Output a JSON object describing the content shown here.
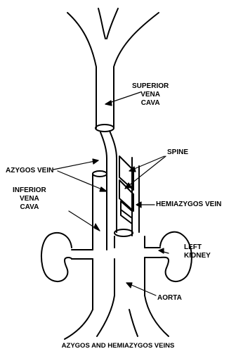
{
  "labels": {
    "superior_vena_cava": [
      "SUPERIOR",
      "VENA",
      "CAVA"
    ],
    "spine": "SPINE",
    "azygos_vein": "AZYGOS VEIN",
    "inferior_vena_cava": [
      "INFERIOR",
      "VENA",
      "CAVA"
    ],
    "hemiazygos_vein": "HEMIAZYGOS VEIN",
    "left_kidney": [
      "LEFT",
      "KIDNEY"
    ],
    "aorta": "AORTA"
  },
  "caption": "AZYGOS AND HEMIAZYGOS VEINS",
  "colors": {
    "ink": "#000000",
    "paper": "#ffffff"
  }
}
